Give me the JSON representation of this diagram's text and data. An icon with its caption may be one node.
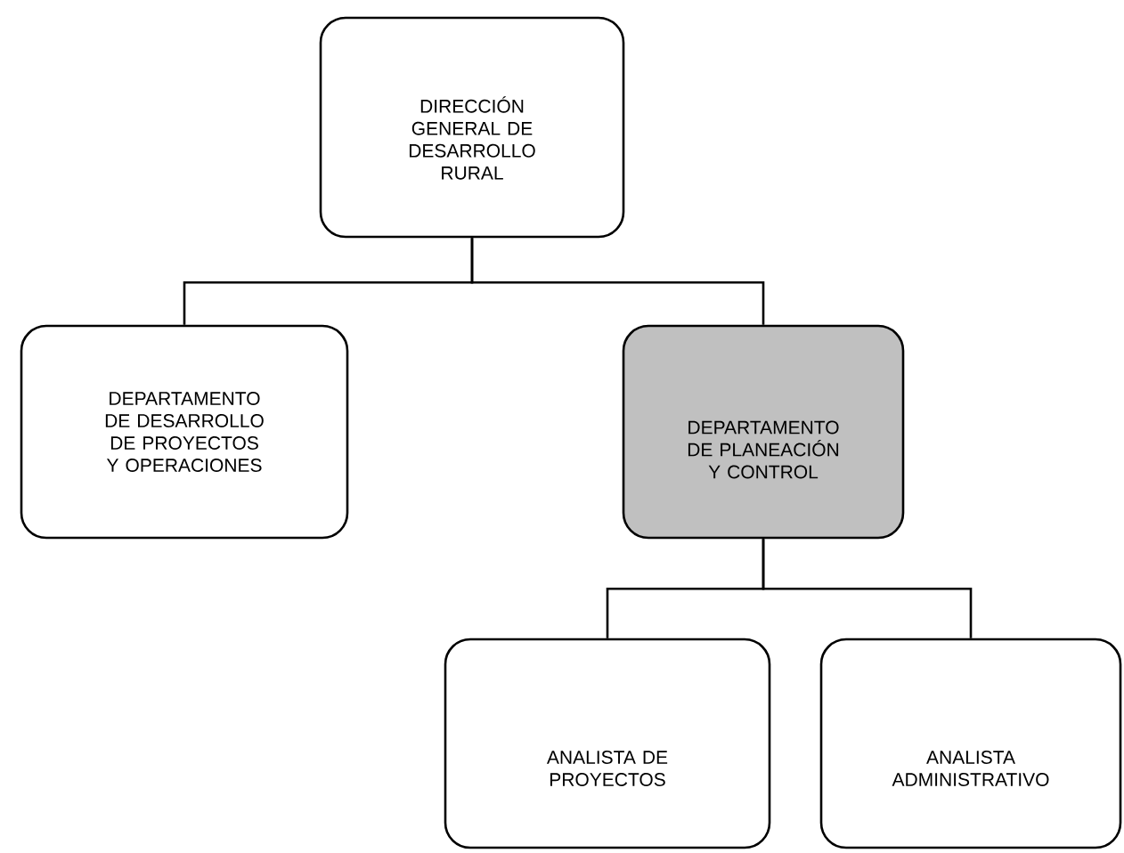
{
  "diagram": {
    "nodes": [
      {
        "text": [
          "DIRECCIÓN GENERAL DE DESARROLLO RURAL"
        ]
      },
      {
        "text": [
          "DEPARTAMENTO DE DESARROLLO DE PROYECTOS Y OPERACIONES"
        ]
      },
      {
        "text": [
          "DEPARTAMENTO DE PLANEACIÓN Y CONTROL"
        ]
      },
      {
        "text": [
          "ANALISTA DE PROYECTOS"
        ]
      },
      {
        "text": [
          "ANALISTA ADMINISTRATIVO"
        ]
      }
    ],
    "edges": [
      {
        "from": 0,
        "to": 1,
        "arrow": "none"
      },
      {
        "from": 0,
        "to": 2,
        "arrow": "none"
      },
      {
        "from": 2,
        "to": 3,
        "arrow": "none"
      },
      {
        "from": 2,
        "to": 4,
        "arrow": "none"
      }
    ]
  }
}
